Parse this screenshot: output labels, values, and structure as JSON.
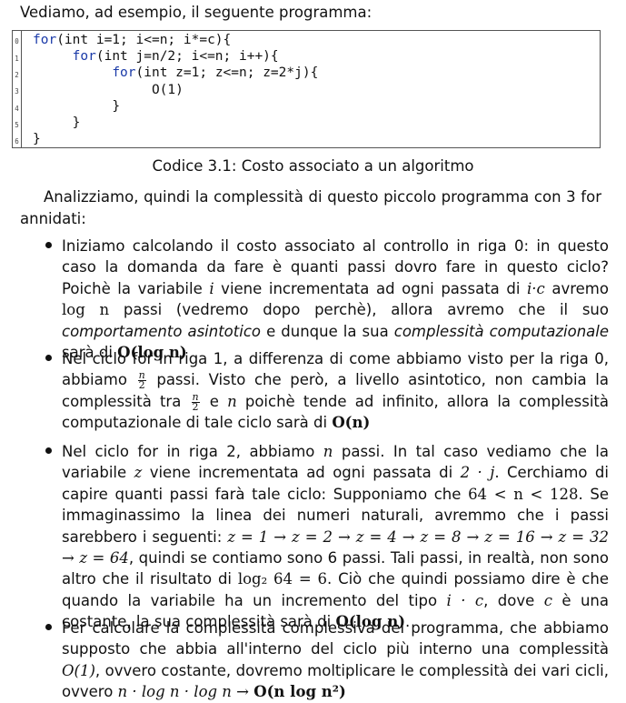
{
  "intro": "Vediamo, ad esempio, il seguente programma:",
  "code": {
    "line_numbers": [
      "0",
      "1",
      "2",
      "3",
      "4",
      "5",
      "6"
    ],
    "lines": [
      {
        "indent": "",
        "kw": "for",
        "rest": "(int i=1; i<=n; i*=c){"
      },
      {
        "indent": "     ",
        "kw": "for",
        "rest": "(int j=n/2; i<=n; i++){"
      },
      {
        "indent": "          ",
        "kw": "for",
        "rest": "(int z=1; z<=n; z=2*j){"
      },
      {
        "indent": "               ",
        "kw": "",
        "rest": "O(1)"
      },
      {
        "indent": "          ",
        "kw": "",
        "rest": "}"
      },
      {
        "indent": "     ",
        "kw": "",
        "rest": "}"
      },
      {
        "indent": "",
        "kw": "",
        "rest": "}"
      }
    ]
  },
  "caption": "Codice 3.1: Costo associato a un algoritmo",
  "paragraph": "Analizziamo, quindi la complessità di questo piccolo programma con 3 for annidati:",
  "bullets": [
    {
      "t1": "Iniziamo calcolando il costo associato al controllo in riga 0: in questo caso la domanda da fare è quanti passi dovro fare in questo ciclo? Poichè la variabile ",
      "v1": "i",
      "t2": " viene incrementata ad ogni passata di ",
      "v2": "i·c",
      "t3": " avremo ",
      "v3": "log n",
      "t4": " passi (vedremo dopo perchè), allora avremo che il suo ",
      "e1": "comportamento asintotico",
      "t5": " e dunque la sua ",
      "e2": "complessità computazionale",
      "t6": " sarà di ",
      "b1": "O(log n)"
    },
    {
      "t1": "Nel ciclo for in riga 1, a differenza di come abbiamo visto per la riga 0, abbiamo ",
      "f1n": "n",
      "f1d": "2",
      "t2": " passi. Visto che però, a livello asintotico, non cambia la complessità tra ",
      "f2n": "n",
      "f2d": "2",
      "t3": " e ",
      "v1": "n",
      "t4": " poichè tende ad infinito, allora la complessità computazionale di tale ciclo sarà di ",
      "b1": "O(n)"
    },
    {
      "t1": "Nel ciclo for in riga 2, abbiamo ",
      "v1": "n",
      "t2": " passi. In tal caso vediamo che la variabile ",
      "v2": "z",
      "t3": " viene incrementata ad ogni passata di ",
      "v3": "2 · j",
      "t4": ". Cerchiamo di capire quanti passi farà tale ciclo: Supponiamo che ",
      "v4": "64 < n < 128",
      "t5": ". Se immaginassimo la linea dei numeri naturali, avremmo che i passi sarebbero i seguenti: ",
      "v5": "z = 1 → z = 2 → z = 4 → z = 8 → z = 16 → z = 32 → z = 64",
      "t6": ", quindi se contiamo sono 6 passi. Tali passi, in realtà, non sono altro che il risultato di ",
      "v6": "log₂ 64 = 6",
      "t7": ". Ciò che quindi possiamo dire è che quando la variabile ha un incremento del tipo ",
      "v7": "i · c",
      "t8": ", dove ",
      "v8": "c",
      "t9": " è una costante, la sua complessità sarà di ",
      "b1": "O(log n)",
      "t10": "."
    },
    {
      "t1": "Per calcolare la complessità complessiva del programma, che abbiamo supposto che abbia all'interno del ciclo più interno una complessità ",
      "v1": "O(1)",
      "t2": ", ovvero costante, dovremo moltiplicare le complessità dei vari cicli, ovvero ",
      "v2": "n · log n · log n → ",
      "b1": "O(n log n²)"
    }
  ]
}
